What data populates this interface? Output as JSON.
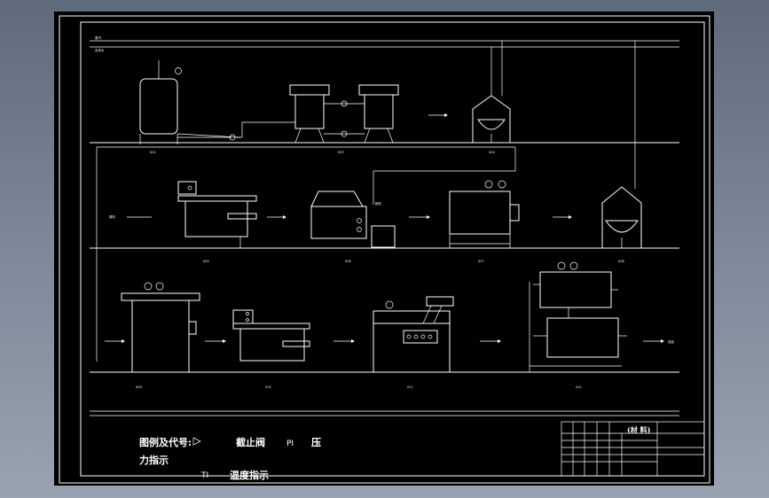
{
  "legend": {
    "line1": "图例及代号:",
    "stop_valve": "截止阀",
    "pi": "PI",
    "pressure": "压",
    "line2": "力指示",
    "ti": "TI",
    "temp": "温度指示"
  },
  "title_block": {
    "material": "(材 料)"
  },
  "icons": {
    "valve": "stop-valve-icon",
    "gauge": "pressure-gauge-icon"
  }
}
